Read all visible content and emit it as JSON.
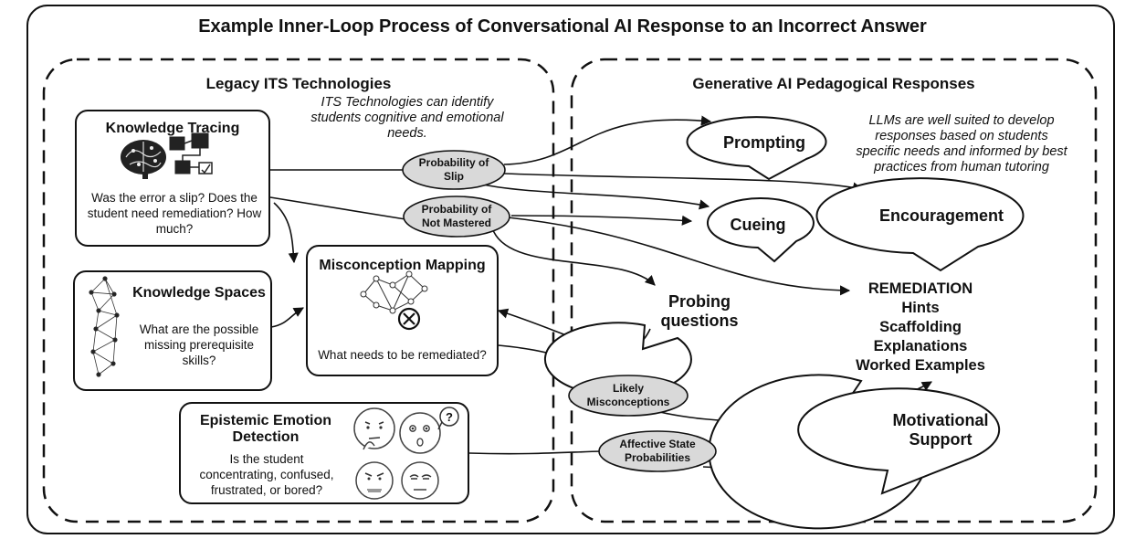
{
  "title": "Example Inner-Loop Process of Conversational AI Response to an Incorrect Answer",
  "legacy": {
    "title": "Legacy ITS Technologies",
    "note": [
      "ITS Technologies can identify",
      "students cognitive and emotional",
      "needs."
    ],
    "knowledge_tracing": {
      "title": "Knowledge Tracing",
      "text": [
        "Was the error a slip? Does the",
        "student need remediation? How",
        "much?"
      ]
    },
    "knowledge_spaces": {
      "title": "Knowledge Spaces",
      "text": [
        "What are the possible",
        "missing prerequisite",
        "skills?"
      ]
    },
    "misconception_mapping": {
      "title": "Misconception Mapping",
      "text": "What needs to be remediated?"
    },
    "emotion": {
      "title": [
        "Epistemic Emotion",
        "Detection"
      ],
      "text": [
        "Is the student",
        "concentrating, confused,",
        "frustrated, or bored?"
      ]
    }
  },
  "generative": {
    "title": "Generative AI Pedagogical Responses",
    "note": [
      "LLMs are well suited to develop",
      "responses based on students",
      "specific needs and informed by best",
      "practices from human tutoring"
    ],
    "prompting": "Prompting",
    "cueing": "Cueing",
    "encouragement": "Encouragement",
    "probing": [
      "Probing",
      "questions"
    ],
    "remediation": [
      "REMEDIATION",
      "Hints",
      "Scaffolding",
      "Explanations",
      "Worked Examples"
    ],
    "motivational": [
      "Motivational",
      "Support"
    ]
  },
  "signals": {
    "slip": [
      "Probability of",
      "Slip"
    ],
    "not_mastered": [
      "Probability of",
      "Not Mastered"
    ],
    "misconceptions": [
      "Likely",
      "Misconceptions"
    ],
    "affective": [
      "Affective State",
      "Probabilities"
    ]
  },
  "colors": {
    "ellipse_fill": "#d9d9d9",
    "stroke": "#111111"
  }
}
